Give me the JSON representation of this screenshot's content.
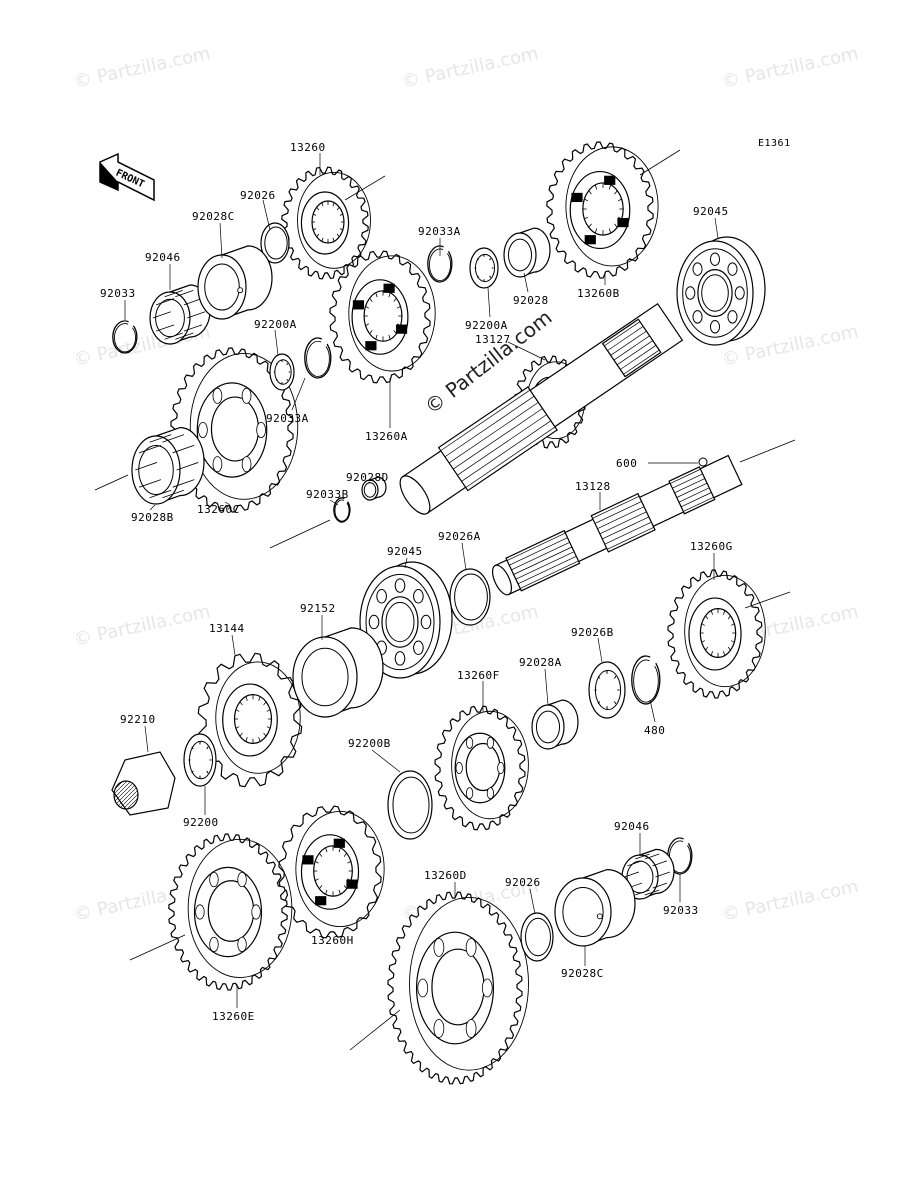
{
  "diagram_code": "E1361",
  "front_label": "FRONT",
  "watermark": "© Partzilla.com",
  "center_watermark": "© Partzilla.com",
  "parts": [
    {
      "id": "p13260",
      "label": "13260"
    },
    {
      "id": "p92026_top",
      "label": "92026"
    },
    {
      "id": "p92028C_top",
      "label": "92028C"
    },
    {
      "id": "p92046_top",
      "label": "92046"
    },
    {
      "id": "p92033_top",
      "label": "92033"
    },
    {
      "id": "p92033A_top",
      "label": "92033A"
    },
    {
      "id": "p92028_top",
      "label": "92028"
    },
    {
      "id": "p92200A_top",
      "label": "92200A"
    },
    {
      "id": "p13260B",
      "label": "13260B"
    },
    {
      "id": "p92045_top",
      "label": "92045"
    },
    {
      "id": "p92200A_mid",
      "label": "92200A"
    },
    {
      "id": "p92033A_mid",
      "label": "92033A"
    },
    {
      "id": "p13260A",
      "label": "13260A"
    },
    {
      "id": "p13127",
      "label": "13127"
    },
    {
      "id": "p92028B",
      "label": "92028B"
    },
    {
      "id": "p13260C",
      "label": "13260C"
    },
    {
      "id": "p92028D",
      "label": "92028D"
    },
    {
      "id": "p92033B",
      "label": "92033B"
    },
    {
      "id": "p600",
      "label": "600"
    },
    {
      "id": "p13128",
      "label": "13128"
    },
    {
      "id": "p92045_mid",
      "label": "92045"
    },
    {
      "id": "p92026A",
      "label": "92026A"
    },
    {
      "id": "p13260G",
      "label": "13260G"
    },
    {
      "id": "p92152",
      "label": "92152"
    },
    {
      "id": "p13144",
      "label": "13144"
    },
    {
      "id": "p92026B",
      "label": "92026B"
    },
    {
      "id": "p92028A",
      "label": "92028A"
    },
    {
      "id": "p13260F",
      "label": "13260F"
    },
    {
      "id": "p480",
      "label": "480"
    },
    {
      "id": "p92210",
      "label": "92210"
    },
    {
      "id": "p92200B",
      "label": "92200B"
    },
    {
      "id": "p92200",
      "label": "92200"
    },
    {
      "id": "p92046_bot",
      "label": "92046"
    },
    {
      "id": "p92033_bot",
      "label": "92033"
    },
    {
      "id": "p13260D",
      "label": "13260D"
    },
    {
      "id": "p92026_bot",
      "label": "92026"
    },
    {
      "id": "p92028C_bot",
      "label": "92028C"
    },
    {
      "id": "p13260H",
      "label": "13260H"
    },
    {
      "id": "p13260E",
      "label": "13260E"
    }
  ]
}
